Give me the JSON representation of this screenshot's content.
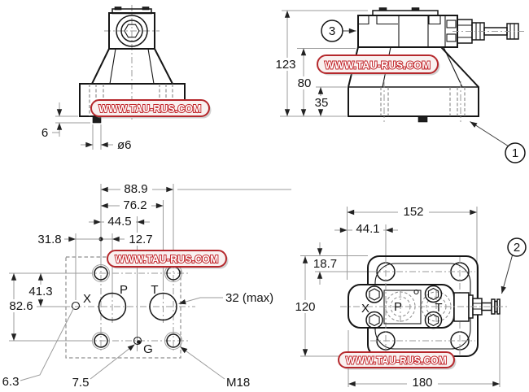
{
  "watermark": {
    "text": "WWW.TAU-RUS.COM",
    "border_color": "#b5282c",
    "text_color": "#ffffff"
  },
  "front_view": {
    "dim_pin_height": "6",
    "dim_pin_diameter": "ø6"
  },
  "side_view": {
    "dim_total_height": "123",
    "dim_upper_height": "80",
    "dim_base_height": "35",
    "callout_valve": "3",
    "callout_base": "1"
  },
  "face_view": {
    "dim_bolt_span_h": "88.9",
    "dim_t_port": "76.2",
    "dim_g_port": "44.5",
    "dim_p_port": "12.7",
    "dim_x_port": "31.8",
    "dim_x_row": "41.3",
    "dim_bolt_span_v": "82.6",
    "dim_x_dia": "6.3",
    "dim_g_dia": "7.5",
    "dim_bolt_thread": "M18",
    "dim_port_dia_max": "32 (max)",
    "label_p": "P",
    "label_t": "T",
    "label_x": "X",
    "label_g": "G"
  },
  "top_view": {
    "dim_plate_width": "152",
    "dim_x_offset": "44.1",
    "dim_hole_offset": "18.7",
    "dim_plate_height": "120",
    "dim_total_length": "180",
    "callout_screw": "2",
    "label_p": "P",
    "label_t": "T",
    "label_x": "X"
  }
}
